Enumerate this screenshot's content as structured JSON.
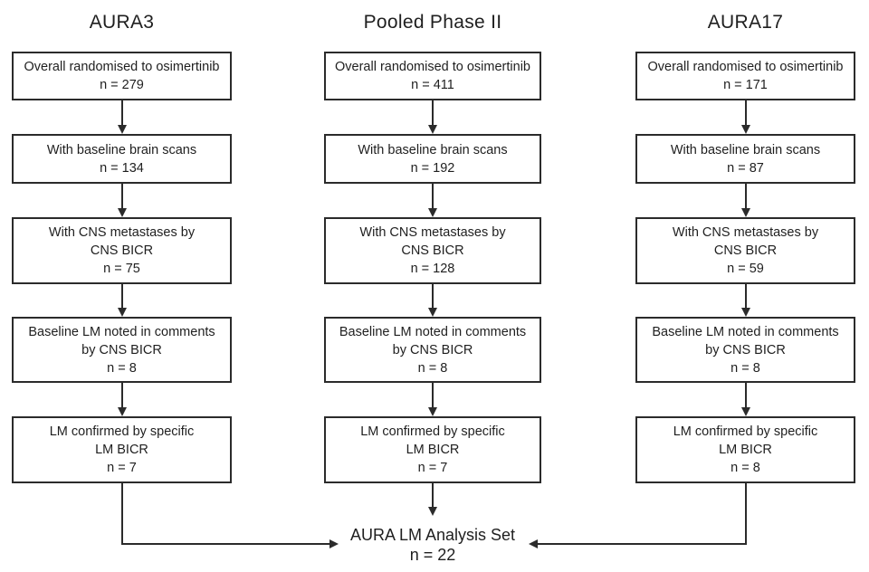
{
  "figure": {
    "type": "flow-diagram",
    "background_color": "#ffffff",
    "line_color": "#2b2b2b",
    "text_color": "#1f1f1f"
  },
  "columns": [
    {
      "title": "AURA3",
      "boxes": [
        {
          "line1": "Overall randomised to osimertinib",
          "line2": "",
          "n": "n = 279"
        },
        {
          "line1": "With baseline brain scans",
          "line2": "",
          "n": "n = 134"
        },
        {
          "line1": "With CNS metastases by",
          "line2": "CNS BICR",
          "n": "n = 75"
        },
        {
          "line1": "Baseline LM noted in comments",
          "line2": "by CNS BICR",
          "n": "n = 8"
        },
        {
          "line1": "LM confirmed by specific",
          "line2": "LM BICR",
          "n": "n = 7"
        }
      ]
    },
    {
      "title": "Pooled Phase II",
      "boxes": [
        {
          "line1": "Overall randomised to osimertinib",
          "line2": "",
          "n": "n = 411"
        },
        {
          "line1": "With baseline brain scans",
          "line2": "",
          "n": "n = 192"
        },
        {
          "line1": "With CNS metastases by",
          "line2": "CNS BICR",
          "n": "n = 128"
        },
        {
          "line1": "Baseline LM noted in comments",
          "line2": "by CNS BICR",
          "n": "n = 8"
        },
        {
          "line1": "LM confirmed by specific",
          "line2": "LM BICR",
          "n": "n = 7"
        }
      ]
    },
    {
      "title": "AURA17",
      "boxes": [
        {
          "line1": "Overall randomised to osimertinib",
          "line2": "",
          "n": "n = 171"
        },
        {
          "line1": "With baseline brain scans",
          "line2": "",
          "n": "n = 87"
        },
        {
          "line1": "With CNS metastases by",
          "line2": "CNS BICR",
          "n": "n = 59"
        },
        {
          "line1": "Baseline LM noted in comments",
          "line2": "by CNS BICR",
          "n": "n = 8"
        },
        {
          "line1": "LM confirmed by specific",
          "line2": "LM BICR",
          "n": "n = 8"
        }
      ]
    }
  ],
  "final": {
    "line1": "AURA LM Analysis Set",
    "n": "n = 22"
  }
}
